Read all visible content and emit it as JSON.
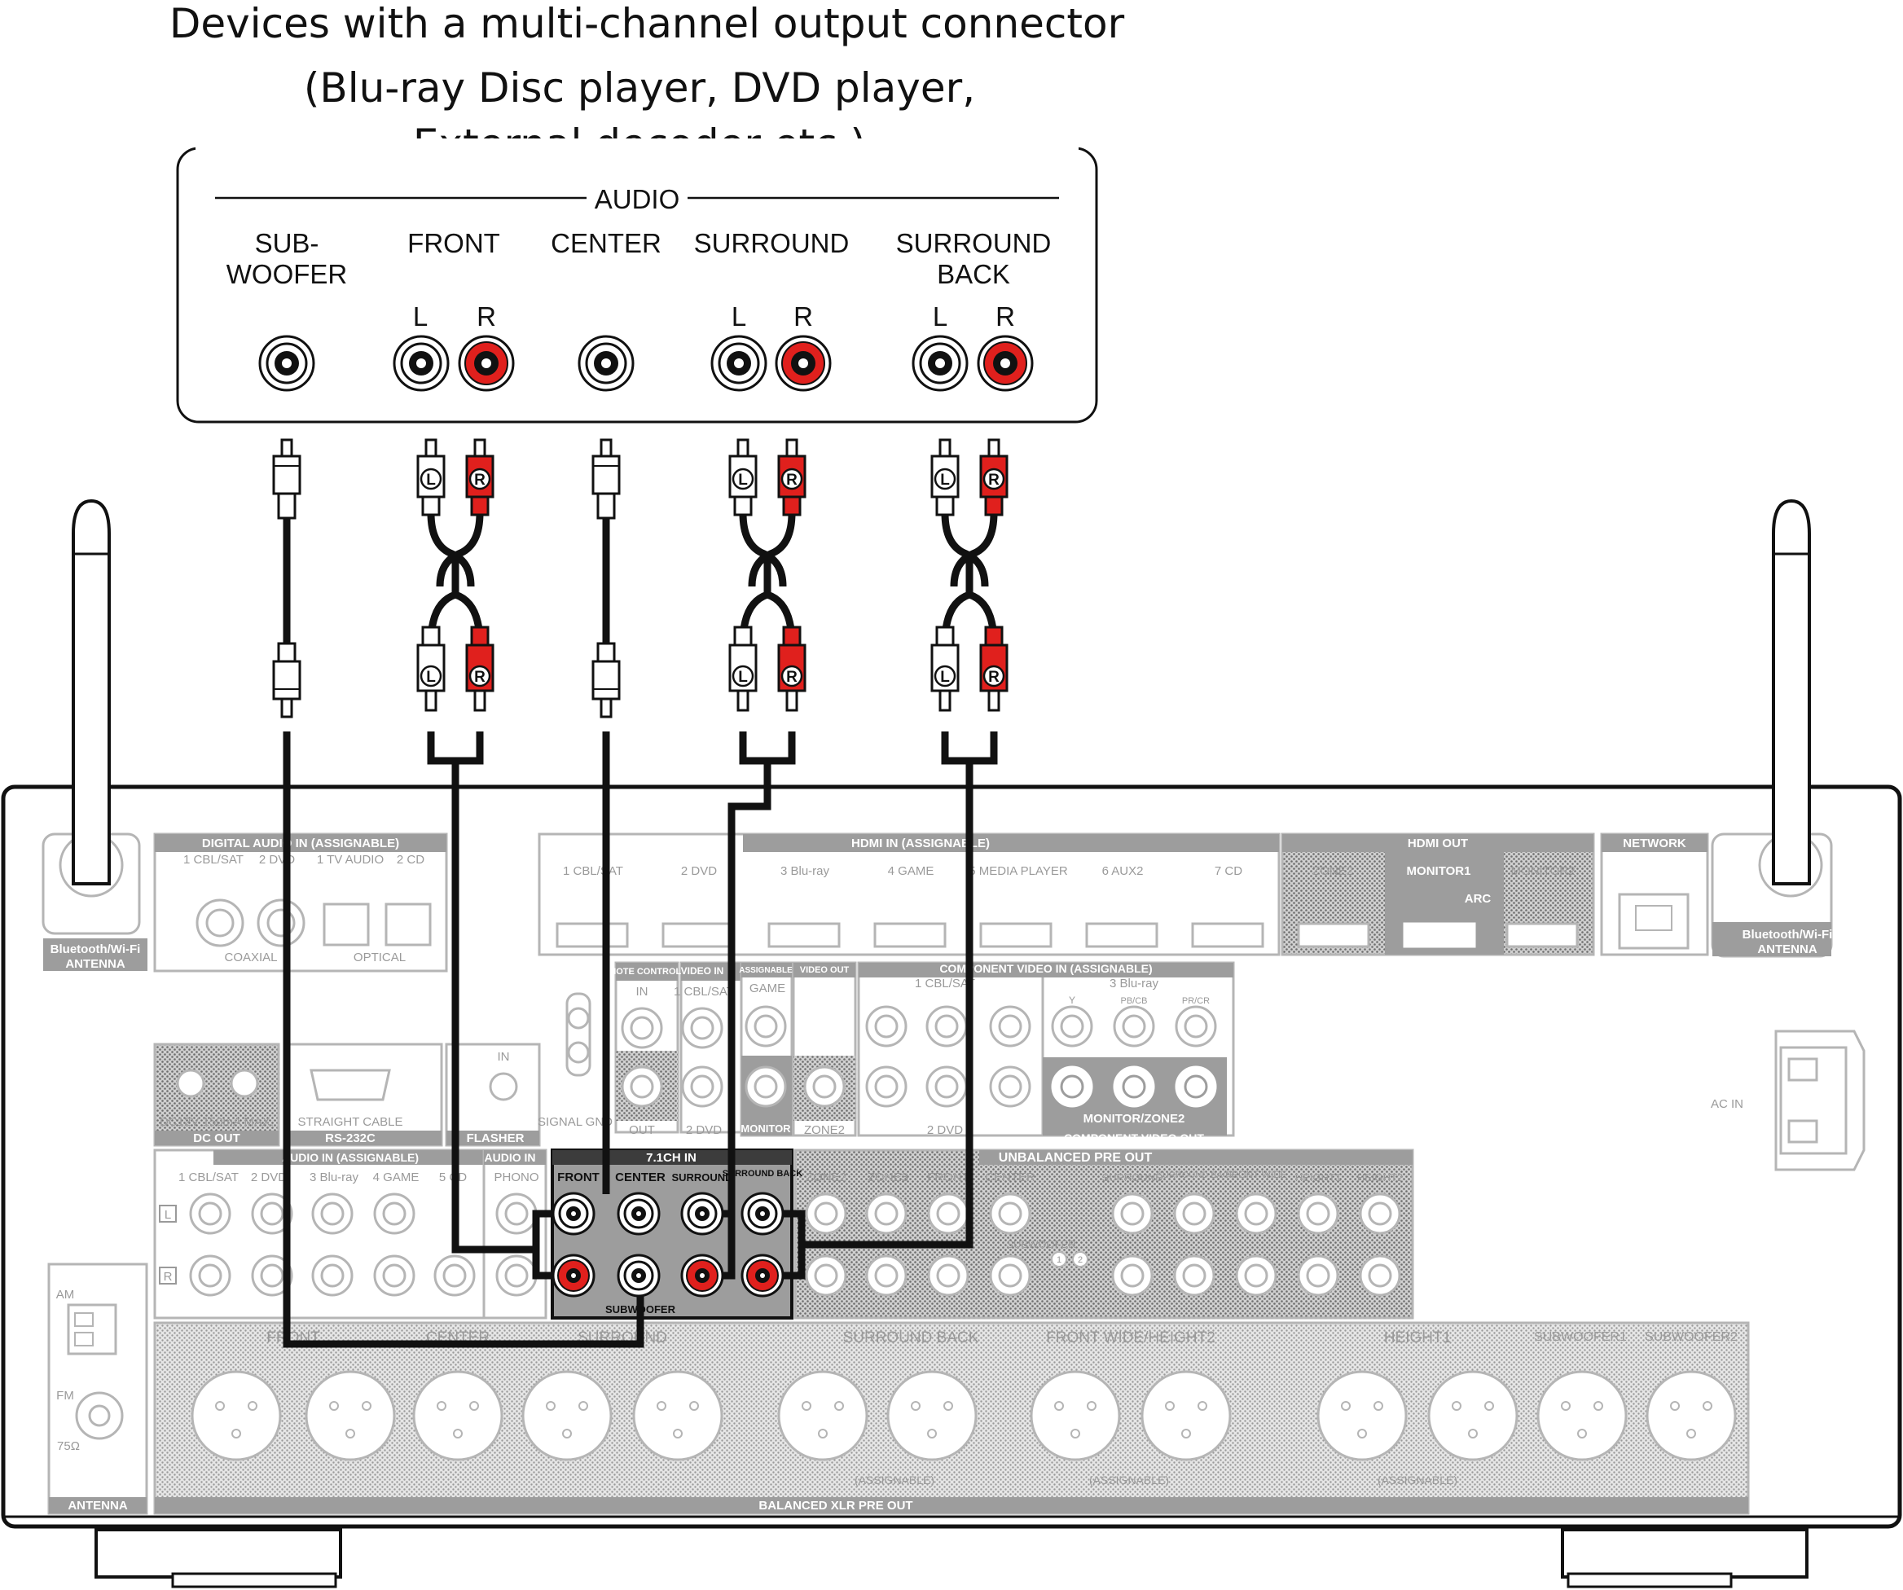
{
  "title": {
    "line1": "Devices with a multi-channel output connector",
    "line2": "(Blu-ray Disc player, DVD player,",
    "line3": "External decoder etc.)"
  },
  "source_device": {
    "audio_label": "AUDIO",
    "channels": [
      {
        "label_1": "SUB-",
        "label_2": "WOOFER"
      },
      {
        "label_1": "FRONT",
        "left": "L",
        "right": "R"
      },
      {
        "label_1": "CENTER"
      },
      {
        "label_1": "SURROUND",
        "left": "L",
        "right": "R"
      },
      {
        "label_1": "SURROUND",
        "label_2": "BACK",
        "left": "L",
        "right": "R"
      }
    ]
  },
  "plugs": {
    "left": "L",
    "right": "R"
  },
  "receiver": {
    "digital_audio_in": "DIGITAL AUDIO IN (ASSIGNABLE)",
    "digital_inputs": [
      "1 CBL/SAT",
      "2 DVD",
      "1 TV AUDIO",
      "2 CD"
    ],
    "coaxial": "COAXIAL",
    "optical": "OPTICAL",
    "bt_antenna_left": [
      "Bluetooth/Wi-Fi",
      "ANTENNA"
    ],
    "bt_antenna_right": [
      "Bluetooth/Wi-Fi",
      "ANTENNA"
    ],
    "hdmi_in": "HDMI IN (ASSIGNABLE)",
    "hdmi_inputs": [
      "1 CBL/SAT",
      "2 DVD",
      "3 Blu-ray",
      "4 GAME",
      "5 MEDIA PLAYER",
      "6 AUX2",
      "7 CD"
    ],
    "hdmi_out": "HDMI OUT",
    "hdmi_outputs": [
      "ZONE2",
      "MONITOR1",
      "MONITOR2"
    ],
    "arc": "ARC",
    "network": "NETWORK",
    "dc_out_spec": "DC12V 150mA MAX.",
    "dc_out": "DC OUT",
    "straight_cable": "STRAIGHT CABLE",
    "rs232c": "RS-232C",
    "flasher": "FLASHER",
    "flasher_in": "IN",
    "remote_control": "REMOTE CONTROL",
    "remote_in": "IN",
    "remote_out": "OUT",
    "video_in": "VIDEO IN",
    "video_in_items": [
      "1 CBL/SAT",
      "2 DVD"
    ],
    "video_out": "VIDEO OUT",
    "assignable": "ASSIGNABLE",
    "game": "GAME",
    "monitor": "MONITOR",
    "zone2": "ZONE2",
    "component_video_in": "COMPONENT VIDEO IN (ASSIGNABLE)",
    "component_items": [
      "1 CBL/SAT",
      "2 DVD",
      "3 Blu-ray"
    ],
    "component_y": "Y",
    "component_pb": "PB/CB",
    "component_pr": "PR/CR",
    "monitor_zone2": "MONITOR/ZONE2",
    "component_video_out": "COMPONENT VIDEO OUT",
    "signal_gnd": "SIGNAL GND",
    "ac_in": "AC IN",
    "audio_in_assignable": "AUDIO IN (ASSIGNABLE)",
    "analog_inputs": [
      "1 CBL/SAT",
      "2 DVD",
      "3 Blu-ray",
      "4 GAME",
      "5 CD"
    ],
    "audio_in": "AUDIO IN",
    "phono": "PHONO",
    "multich_in": "7.1CH IN",
    "multich_cols": [
      "FRONT",
      "CENTER",
      "SURROUND",
      "SURROUND BACK"
    ],
    "multich_sub": "SUBWOOFER",
    "unbalanced_pre_out": "UNBALANCED PRE OUT",
    "pre_out_cols": [
      "ZONE2",
      "ZONE3",
      "FRONT",
      "CENTER",
      "SURROUND",
      "SURROUND BACK",
      "FRONT WIDE",
      "HEIGHT1",
      "HEIGHT2"
    ],
    "pre_out_sub": "SUBWOOFER",
    "pre_out_sub_nums": [
      "1",
      "2"
    ],
    "xlr_groups": [
      "FRONT",
      "CENTER",
      "SURROUND",
      "SURROUND BACK",
      "FRONT WIDE/HEIGHT2",
      "HEIGHT1",
      "SUBWOOFER1",
      "SUBWOOFER2"
    ],
    "xlr_assignable": [
      "(ASSIGNABLE)",
      "(ASSIGNABLE)",
      "(ASSIGNABLE)"
    ],
    "balanced_xlr": "BALANCED XLR PRE OUT",
    "antenna_am": "AM",
    "antenna_fm": "FM",
    "antenna_ohm": "75Ω",
    "antenna": "ANTENNA",
    "row_l": "L",
    "row_r": "R"
  },
  "colors": {
    "red": "#e0201d",
    "line": "#111111",
    "panel": "#9d9d9d",
    "dark_panel": "#3c3c3c"
  }
}
